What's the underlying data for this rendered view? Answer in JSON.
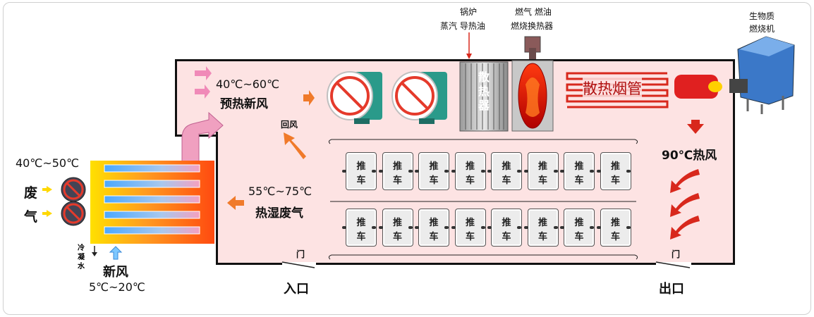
{
  "labels": {
    "boiler_line1": "锅炉",
    "boiler_line2": "蒸汽  导热油",
    "gas_line1": "燃气  燃油",
    "gas_line2": "燃烧换热器",
    "biomass_line1": "生物质",
    "biomass_line2": "燃烧机",
    "preheat_temp": "40℃~60℃",
    "preheat_text": "预热新风",
    "radiator": [
      "散",
      "热",
      "器"
    ],
    "flue_pipe": "散热烟管",
    "return_air": "回风",
    "hot_air": "90℃热风",
    "waste_temp": "55℃~75℃",
    "waste_text": "热湿废气",
    "exhaust_temp": "40℃~50℃",
    "exhaust_chars": [
      "废",
      "气"
    ],
    "condensate": [
      "冷",
      "凝",
      "水"
    ],
    "fresh_air": "新风",
    "fresh_temp": "5℃~20℃",
    "door_left": "门",
    "door_right": "门",
    "entrance": "入口",
    "exit": "出口"
  },
  "carts": {
    "row1": [
      [
        "推",
        "车"
      ],
      [
        "推",
        "车"
      ],
      [
        "推",
        "车"
      ],
      [
        "推",
        "车"
      ],
      [
        "推",
        "车"
      ],
      [
        "推",
        "车"
      ],
      [
        "推",
        "车"
      ],
      [
        "推",
        "车"
      ]
    ],
    "row2": [
      [
        "推",
        "车"
      ],
      [
        "推",
        "车"
      ],
      [
        "推",
        "车"
      ],
      [
        "推",
        "车"
      ],
      [
        "推",
        "车"
      ],
      [
        "推",
        "车"
      ],
      [
        "推",
        "车"
      ],
      [
        "推",
        "车"
      ]
    ]
  },
  "colors": {
    "chamber": "#fde3e3",
    "arrow_orange": "#f07a2a",
    "arrow_red": "#d8281c",
    "pink_duct": "#f0a0c0",
    "fan_red": "#e53a2b",
    "fan_teal": "#2a9a8a"
  }
}
